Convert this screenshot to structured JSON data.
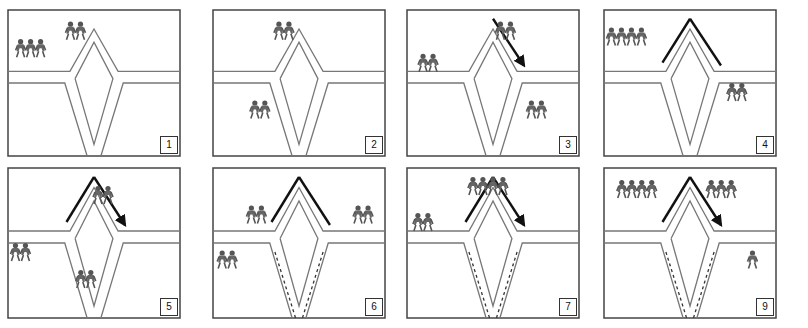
{
  "diagram": {
    "labels": [
      "1",
      "2",
      "3",
      "4",
      "5",
      "6",
      "7",
      "9"
    ]
  }
}
